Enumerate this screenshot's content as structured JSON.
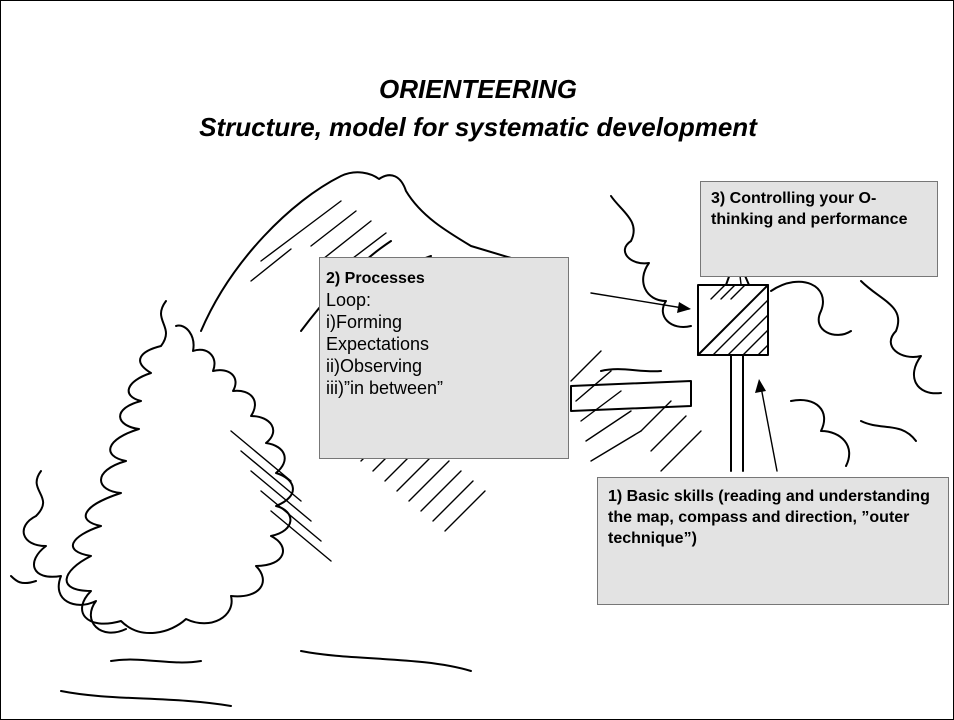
{
  "title": {
    "line1": "ORIENTEERING",
    "line2": "Structure, model for systematic development"
  },
  "boxes": {
    "processes": {
      "heading": "2) Processes",
      "lines": [
        "Loop:",
        "i)Forming",
        "Expectations",
        "ii)Observing",
        "iii)”in between”"
      ]
    },
    "controlling": {
      "text": "3)  Controlling your O-thinking and performance"
    },
    "basic_skills": {
      "text": "1) Basic skills (reading and understanding the map, compass and direction, ”outer technique”)"
    }
  },
  "colors": {
    "box_fill": "#e3e3e3",
    "ink": "#000000"
  }
}
